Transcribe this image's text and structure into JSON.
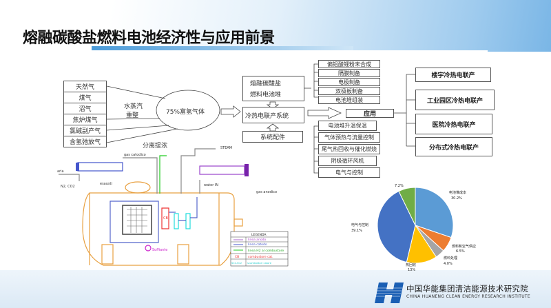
{
  "title": "熔融碳酸盐燃料电池经济性与应用前景",
  "sources": [
    "天然气",
    "煤气",
    "沼气",
    "焦炉煤气",
    "氯碱副产气",
    "含氢弛放气"
  ],
  "process": {
    "reform_1": "水蒸汽",
    "reform_2": "重整",
    "gas": "75%富氢气体",
    "separation": "分离提浓"
  },
  "stack": {
    "line1": "熔融碳酸盐",
    "line2": "燃料电池堆"
  },
  "system": "冷热电联产系统",
  "accessories": "系统配件",
  "application": "应用",
  "stack_parts": [
    "偏铝酸锂粉末合成",
    "隔膜制备",
    "电极制备",
    "双极板制备",
    "电池堆组装"
  ],
  "accessory_parts": [
    "电池堆升温保温",
    "气体预热与流量控制",
    "尾气热回收与催化燃烧",
    "阴极循环风机",
    "电气与控制"
  ],
  "applications": [
    "楼宇冷热电联产",
    "工业园区冷热电联产",
    "医院冷热电联产",
    "分布式冷热电联产"
  ],
  "schematic": {
    "labels": {
      "gas_cathode": "gas catodico",
      "steam": "STEAM",
      "aria": "aria",
      "n2_co2": "N2, CO2",
      "exhaust": "esausti",
      "water_in": "water IN",
      "gas_anode": "gas anodico",
      "blower": "Soffiante",
      "cb": "CB"
    },
    "legend": {
      "title": "LEGENDA",
      "rows": [
        "linea anodo",
        "linea catodo",
        "linea H2 al combustore",
        "combustore cat.",
        "scambiatori calore"
      ],
      "keys": [
        "",
        "",
        "",
        "CB",
        "SC1-SC2"
      ]
    }
  },
  "chart_data": {
    "type": "pie",
    "title": "",
    "slices": [
      {
        "label": "电池堆成本",
        "value": 30.2,
        "display": "30.2%",
        "color": "#5b9bd5"
      },
      {
        "label": "燃料和空气供应",
        "value": 6.5,
        "display": "6.5%",
        "color": "#ed7d31"
      },
      {
        "label": "燃料处理",
        "value": 4.0,
        "display": "4.0%",
        "color": "#a5a5a5"
      },
      {
        "label": "热回收",
        "value": 13,
        "display": "13%",
        "color": "#ffc000"
      },
      {
        "label": "电气与控制",
        "value": 39.1,
        "display": "39.1%",
        "color": "#4472c4"
      },
      {
        "label": "",
        "value": 7.2,
        "display": "7.2%",
        "color": "#70ad47"
      }
    ]
  },
  "footer": {
    "org_cn": "中国华能集团清洁能源技术研究院",
    "org_en": "CHINA HUANENG CLEAN ENERGY RESEARCH INSTITUTE"
  }
}
